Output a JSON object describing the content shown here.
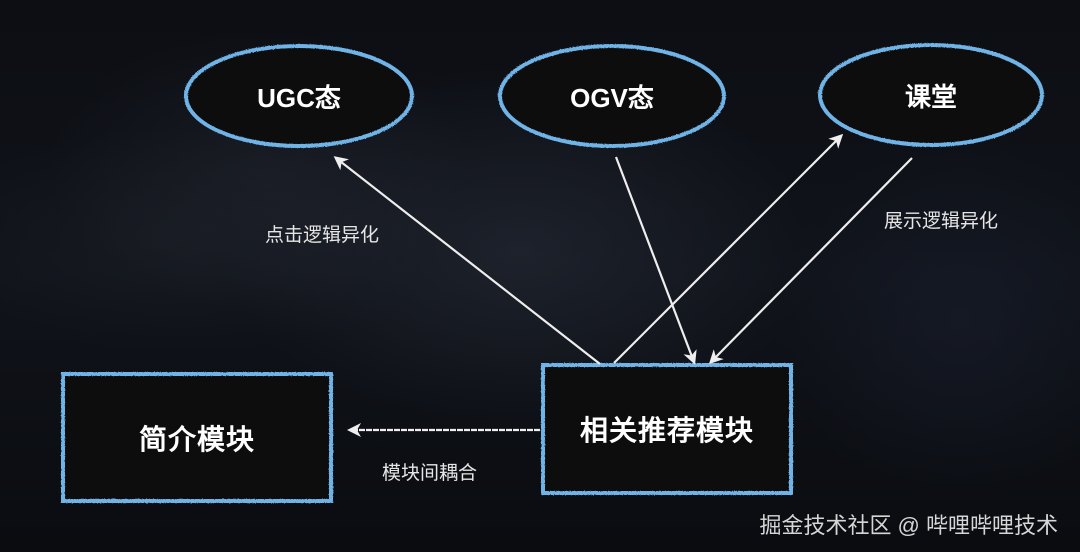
{
  "colors": {
    "background": "#0b0d12",
    "node_stroke": "#6fb3e6",
    "arrow": "#eeeeee",
    "text": "#ffffff"
  },
  "nodes": {
    "ugc": {
      "label": "UGC态",
      "shape": "ellipse"
    },
    "ogv": {
      "label": "OGV态",
      "shape": "ellipse"
    },
    "course": {
      "label": "课堂",
      "shape": "ellipse"
    },
    "intro": {
      "label": "简介模块",
      "shape": "rectangle"
    },
    "recommend": {
      "label": "相关推荐模块",
      "shape": "rectangle"
    }
  },
  "edges": [
    {
      "from": "recommend",
      "to": "ugc",
      "label": "点击逻辑异化"
    },
    {
      "from": "ogv",
      "to": "recommend",
      "label": ""
    },
    {
      "from": "recommend",
      "to": "course",
      "label": ""
    },
    {
      "from": "course",
      "to": "recommend",
      "label": "展示逻辑异化"
    },
    {
      "from": "recommend",
      "to": "intro",
      "label": "模块间耦合"
    }
  ],
  "edge_labels": {
    "click_logic": "点击逻辑异化",
    "display_logic": "展示逻辑异化",
    "coupling": "模块间耦合"
  },
  "watermark": "掘金技术社区 @ 哔哩哔哩技术"
}
